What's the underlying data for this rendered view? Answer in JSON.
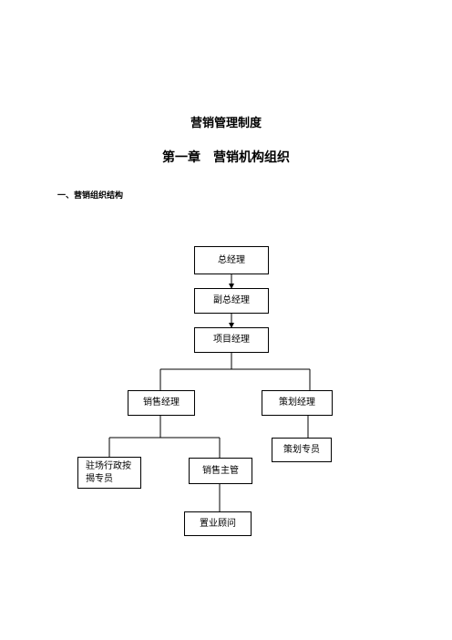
{
  "document": {
    "title": "营销管理制度",
    "chapter": "第一章　营销机构组织",
    "section": "一、营销组织结构"
  },
  "org_chart": {
    "general_manager": "总经理",
    "deputy_general_manager": "副总经理",
    "project_manager": "项目经理",
    "sales_manager": "销售经理",
    "planning_manager": "策划经理",
    "planning_specialist": "策划专员",
    "onsite_admin_reception": "驻场行政按揭专员",
    "sales_supervisor": "销售主管",
    "property_consultant": "置业顾问"
  }
}
